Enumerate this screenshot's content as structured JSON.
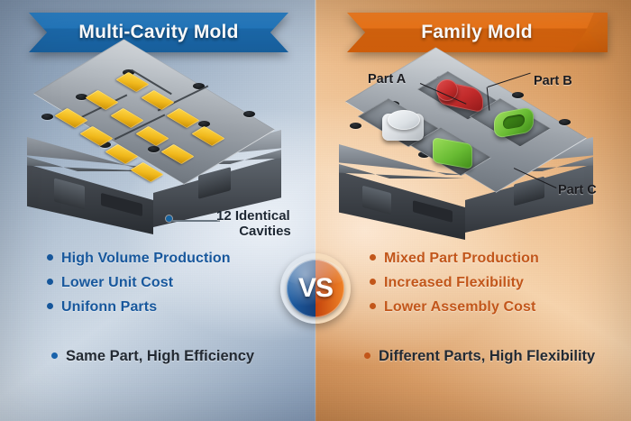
{
  "left": {
    "banner_title": "Multi-Cavity Mold",
    "accent_color": "#1b69ab",
    "bullet_color": "#17579c",
    "callout": {
      "line1": "12 Identical",
      "line2": "Cavities"
    },
    "bullets": [
      "High Volume Production",
      "Lower Unit Cost",
      "Unifonn Parts"
    ],
    "summary": "Same Part, High Efficiency"
  },
  "right": {
    "banner_title": "Family Mold",
    "accent_color": "#ec7519",
    "bullet_color": "#c2561a",
    "callouts": [
      "Part A",
      "Part B",
      "Part C"
    ],
    "bullets": [
      "Mixed Part Production",
      "Increased Flexibility",
      "Lower Assembly Cost"
    ],
    "summary": "Different Parts, High Flexibility"
  },
  "center": {
    "vs_label": "VS"
  }
}
